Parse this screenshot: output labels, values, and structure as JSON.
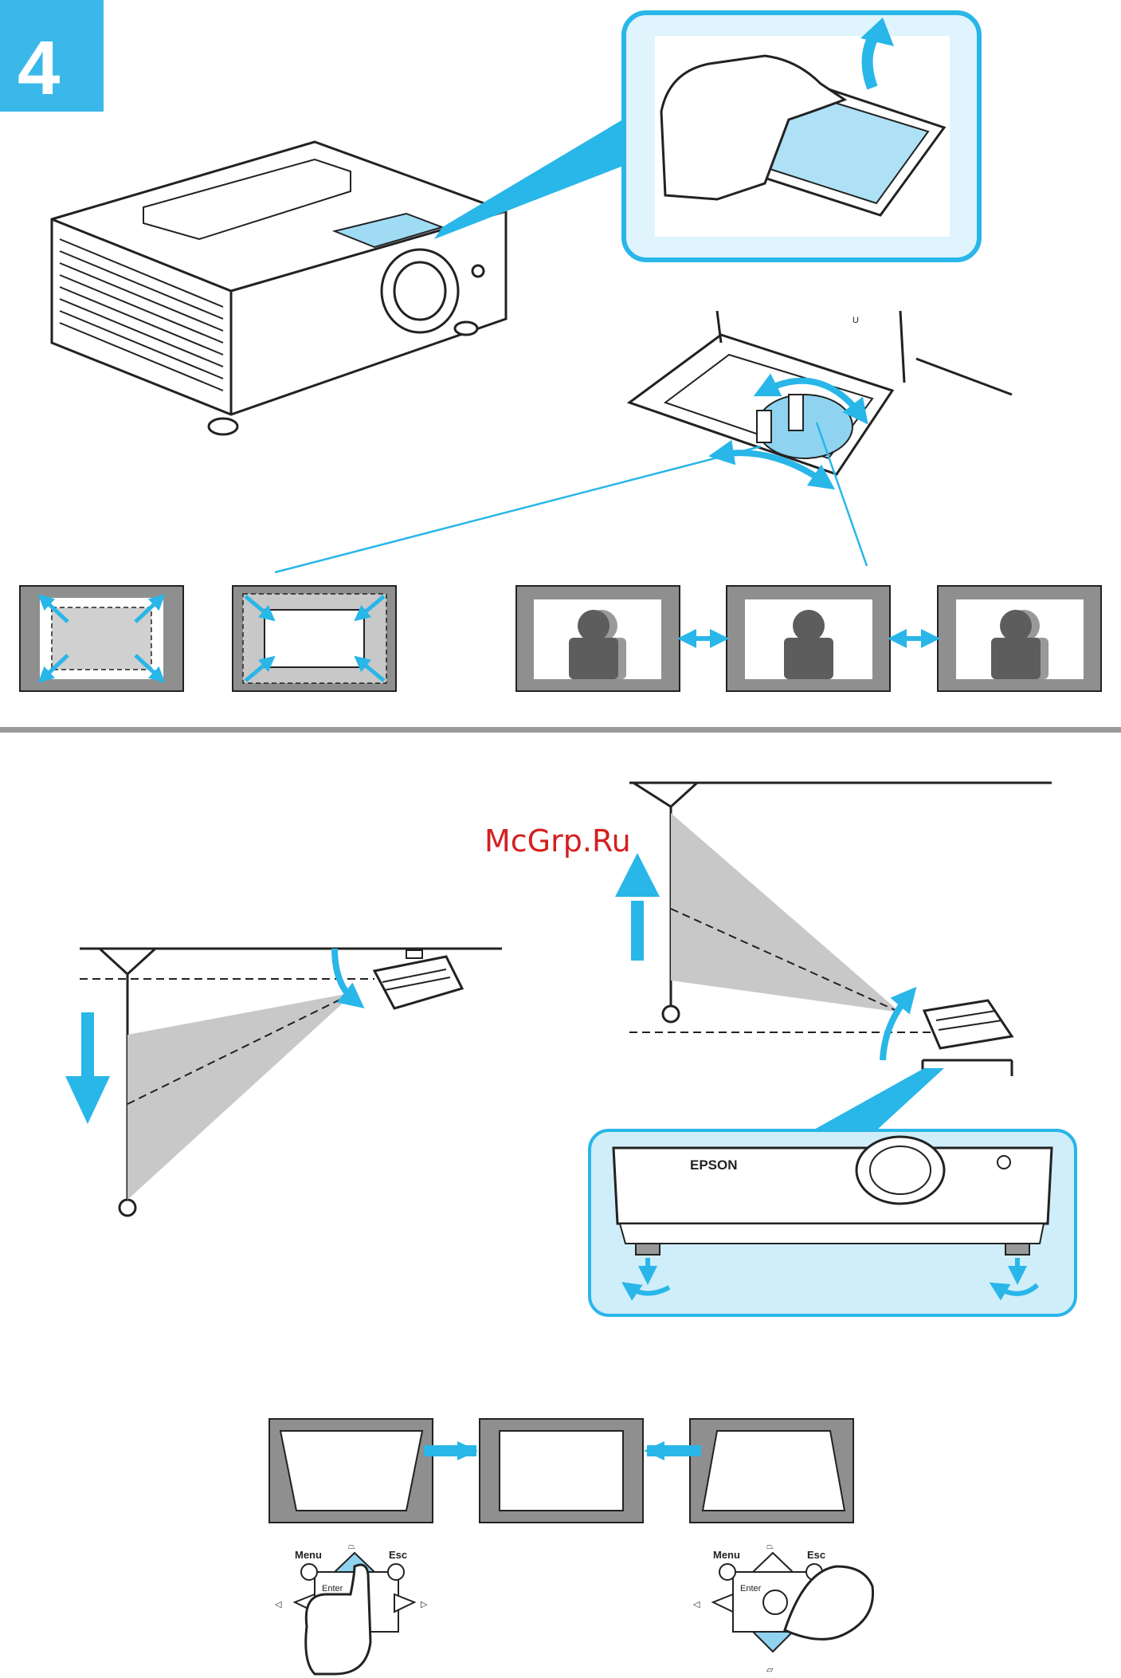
{
  "step": {
    "number": "4"
  },
  "watermark": "McGrp.Ru",
  "brand": "EPSON",
  "control_panel_left": {
    "menu_label": "Menu",
    "esc_label": "Esc",
    "enter_label": "Enter"
  },
  "control_panel_right": {
    "menu_label": "Menu",
    "esc_label": "Esc",
    "enter_label": "Enter"
  },
  "colors": {
    "accent_blue": "#29b6e8",
    "light_blue": "#cfeefa",
    "gray_fill": "#8f8f8f",
    "dark_silhouette": "#5d5d5d",
    "beam_gray": "#c8c8c8"
  },
  "icons": [
    "step-number-icon",
    "hand-icon",
    "lens-dial-icon",
    "projector-icon",
    "arrow-icon",
    "keystone-icon",
    "volume-icon"
  ]
}
